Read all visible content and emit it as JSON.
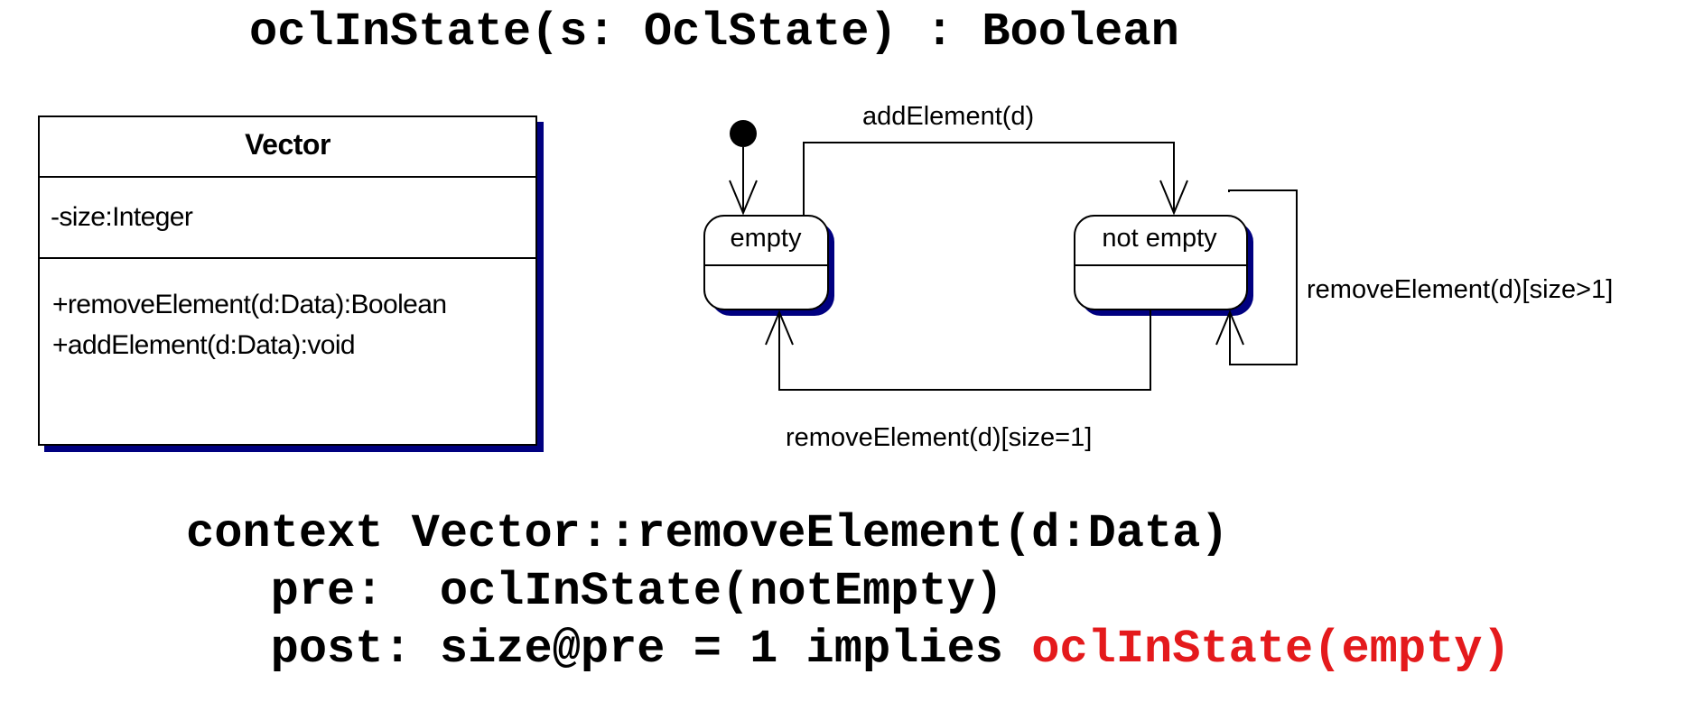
{
  "signature": "oclInState(s: OclState) : Boolean",
  "class_diagram": {
    "name": "Vector",
    "attributes": [
      "-size:Integer"
    ],
    "operations": [
      "+removeElement(d:Data):Boolean",
      "+addElement(d:Data):void"
    ]
  },
  "state_diagram": {
    "states": [
      {
        "name": "empty"
      },
      {
        "name": "not empty"
      }
    ],
    "transitions": [
      {
        "label": "addElement(d)",
        "from": "empty",
        "to": "not empty"
      },
      {
        "label": "removeElement(d)[size>1]",
        "from": "not empty",
        "to": "not empty"
      },
      {
        "label": "removeElement(d)[size=1]",
        "from": "not empty",
        "to": "empty"
      }
    ]
  },
  "ocl": {
    "context_line": "context Vector::removeElement(d:Data)",
    "pre_keyword": "pre:",
    "pre_expr": "oclInState(notEmpty)",
    "post_keyword": "post:",
    "post_expr": "size@pre = 1 implies",
    "post_highlight": "oclInState(empty)",
    "highlight_color": "#e41a1c"
  },
  "colors": {
    "shadow": "#000080",
    "line": "#000000"
  }
}
